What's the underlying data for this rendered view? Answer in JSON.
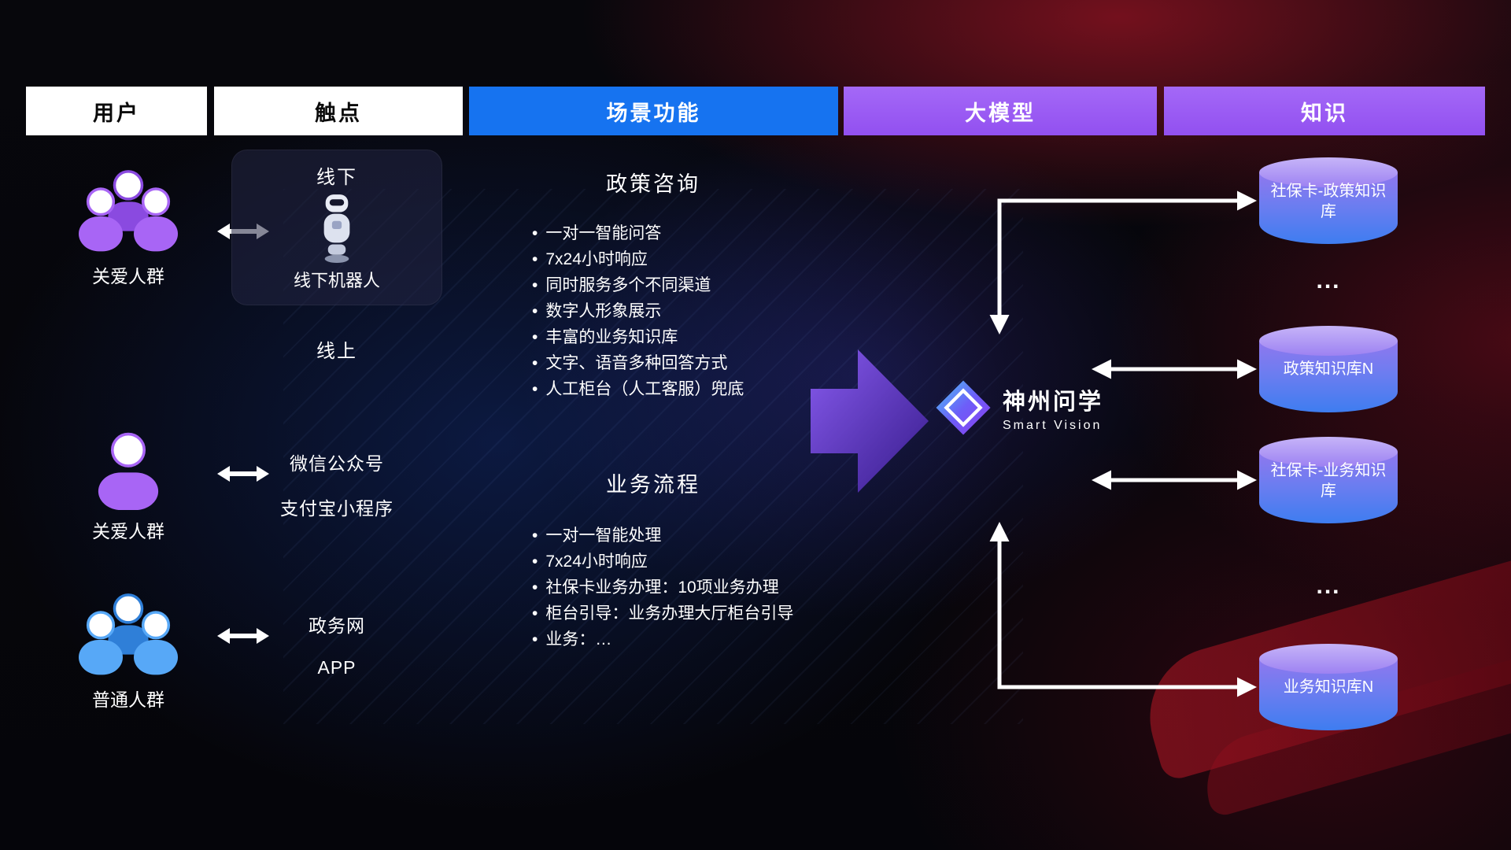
{
  "headers": {
    "users": "用户",
    "touchpoints": "触点",
    "scene": "场景功能",
    "model": "大模型",
    "knowledge": "知识"
  },
  "users": [
    {
      "label": "关爱人群",
      "icon": "group-purple"
    },
    {
      "label": "关爱人群",
      "icon": "person-purple"
    },
    {
      "label": "普通人群",
      "icon": "group-blue"
    }
  ],
  "touchpoints": {
    "offline_title": "线下",
    "offline_robot_label": "线下机器人",
    "robot_icon": "robot-icon",
    "online_title": "线上",
    "wechat": "微信公众号",
    "alipay": "支付宝小程序",
    "gov_web": "政务网",
    "app": "APP"
  },
  "scenes": [
    {
      "title": "政策咨询",
      "items": [
        "一对一智能问答",
        "7x24小时响应",
        "同时服务多个不同渠道",
        "数字人形象展示",
        "丰富的业务知识库",
        "文字、语音多种回答方式",
        "人工柜台（人工客服）兜底"
      ]
    },
    {
      "title": "业务流程",
      "items": [
        "一对一智能处理",
        "7x24小时响应",
        "社保卡业务办理：10项业务办理",
        "柜台引导：业务办理大厅柜台引导",
        "业务：…"
      ]
    }
  ],
  "model": {
    "name": "神州问学",
    "subtitle": "Smart Vision",
    "logo_icon": "diamond-logo-icon"
  },
  "knowledge": {
    "db1": "社保卡-政策知识库",
    "ellipsis1": "...",
    "db2": "政策知识库N",
    "db3": "社保卡-业务知识库",
    "ellipsis2": "...",
    "db4": "业务知识库N"
  },
  "colors": {
    "header_blue": "#1673f0",
    "header_purple": "#9b5cf6",
    "user_purple": "#a865f5",
    "user_blue": "#57a8f7",
    "cylinder_top": "#c6b4f8",
    "cylinder_bottom": "#3e7df0",
    "arrow_white": "#ffffff",
    "big_arrow_purple": "#7c4bee",
    "background_red": "#b4142d",
    "background_blue": "#1946be"
  }
}
